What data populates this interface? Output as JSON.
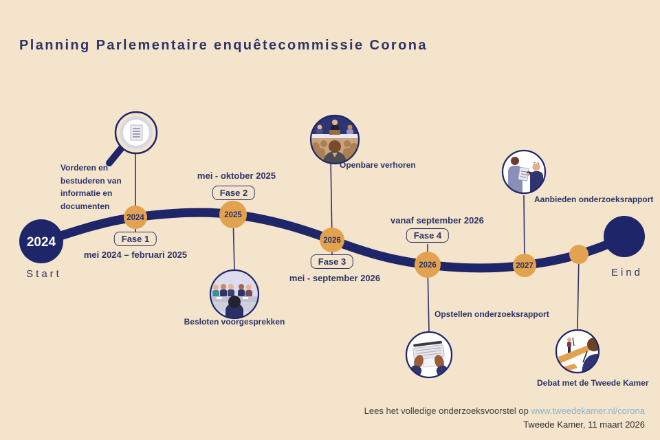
{
  "title": "Planning Parlementaire enquêtecommissie Corona",
  "colors": {
    "background": "#f4e4cc",
    "navy": "#1f2569",
    "text_navy": "#2c3468",
    "orange": "#e2a24f",
    "link_blue": "#8cb3c9"
  },
  "timeline": {
    "start": {
      "year": "2024",
      "label": "Start"
    },
    "end": {
      "label": "Eind"
    },
    "milestones": [
      {
        "year": "2024"
      },
      {
        "year": "2025"
      },
      {
        "year": "2026"
      },
      {
        "year": "2026"
      },
      {
        "year": "2027"
      },
      {
        "year": ""
      }
    ],
    "phases": [
      {
        "name": "Fase 1",
        "period": "mei 2024 – februari 2025"
      },
      {
        "name": "Fase 2",
        "period": "mei - oktober 2025"
      },
      {
        "name": "Fase 3",
        "period": "mei - september 2026"
      },
      {
        "name": "Fase 4",
        "period": "vanaf september 2026"
      }
    ],
    "activities": [
      {
        "label": "Vorderen en\nbestuderen van\ninformatie en\ndocumenten",
        "icon": "magnifier-document-illustration"
      },
      {
        "label": "Besloten voorgesprekken",
        "icon": "closed-interviews-illustration"
      },
      {
        "label": "Openbare verhoren",
        "icon": "public-hearing-illustration"
      },
      {
        "label": "Opstellen onderzoeksrapport",
        "icon": "writing-report-illustration"
      },
      {
        "label": "Aanbieden onderzoeksrapport",
        "icon": "presenting-report-illustration"
      },
      {
        "label": "Debat met de Tweede Kamer",
        "icon": "debate-illustration"
      }
    ]
  },
  "footer": {
    "text": "Lees het volledige onderzoeksvoorstel op",
    "link": "www.tweedekamer.nl/corona",
    "credit": "Tweede Kamer, 11 maart 2026"
  }
}
